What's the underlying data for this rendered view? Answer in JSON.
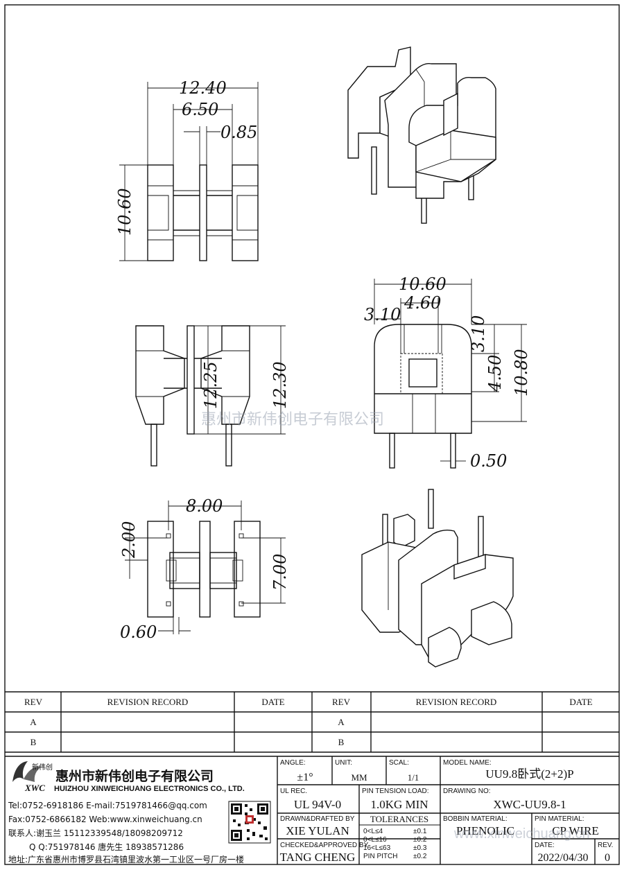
{
  "dimensions": {
    "top_width": "12.40",
    "top_inner": "6.50",
    "top_flange": "0.85",
    "top_height": "10.60",
    "side_inner_height": "12.25",
    "side_height": "12.30",
    "front_width": "10.60",
    "front_core": "4.60",
    "front_left": "3.10",
    "front_top": "3.10",
    "front_window": "4.50",
    "front_height": "10.80",
    "pin_dia": "0.50",
    "bottom_width": "8.00",
    "bottom_offset": "2.00",
    "bottom_pitch": "7.00",
    "bottom_pin": "0.60"
  },
  "revision_table": {
    "headers": [
      "REV",
      "REVISION RECORD",
      "DATE",
      "REV",
      "REVISION RECORD",
      "DATE"
    ],
    "rows": [
      [
        "A",
        "A"
      ],
      [
        "B",
        "B"
      ]
    ]
  },
  "company": {
    "logo_text": "XWC",
    "logo_cn": "新伟创",
    "name_cn": "惠州市新伟创电子有限公司",
    "name_en": "HUIZHOU XINWEICHUANG ELECTRONICS CO., LTD.",
    "tel_email": "Tel:0752-6918186 E-mail:7519781466@qq.com",
    "fax_web": "Fax:0752-6866182 Web:www.xinweichuang.cn",
    "contact": "联系人:谢玉兰 15112339548/18098209712",
    "qq": "Q Q:751978146    唐先生 18938571286",
    "address": "地址:广东省惠州市博罗县石湾镇里波水第一工业区一号厂房一楼"
  },
  "title_block": {
    "angle_label": "ANGLE:",
    "angle_value": "±1°",
    "unit_label": "UNIT:",
    "unit_value": "MM",
    "scale_label": "SCAL:",
    "scale_value": "1/1",
    "model_label": "MODEL NAME:",
    "model_value": "UU9.8卧式(2+2)P",
    "ul_label": "UL REC.",
    "ul_value": "UL 94V-0",
    "pin_tension_label": "PIN TENSION LOAD:",
    "pin_tension_value": "1.0KG MIN",
    "drawing_no_label": "DRAWING NO:",
    "drawing_no_value": "XWC-UU9.8-1",
    "drawn_label": "DRAWN&DRAFTED BY",
    "drawn_value": "XIE YULAN",
    "tolerances_label": "TOLERANCES",
    "bobbin_label": "BOBBIN MATERIAL:",
    "bobbin_value": "PHENOLIC",
    "pin_mat_label": "PIN MATERIAL:",
    "pin_mat_value": "CP WIRE",
    "checked_label": "CHECKED&APPROVED BY",
    "checked_value": "TANG CHENG",
    "tol_rows": [
      {
        "range": "0<L≤4",
        "tol": "±0.1"
      },
      {
        "range": "0<L≤16",
        "tol": "±0.2"
      },
      {
        "range": "16<L≤63",
        "tol": "±0.3"
      },
      {
        "range": "PIN PITCH",
        "tol": "±0.2"
      }
    ],
    "date_label": "DATE:",
    "date_value": "2022/04/30",
    "rev_label": "REV.",
    "rev_value": "0"
  },
  "watermark": {
    "cn": "惠州市新伟创电子有限公司",
    "url": "www.xinweichuang.cn"
  }
}
